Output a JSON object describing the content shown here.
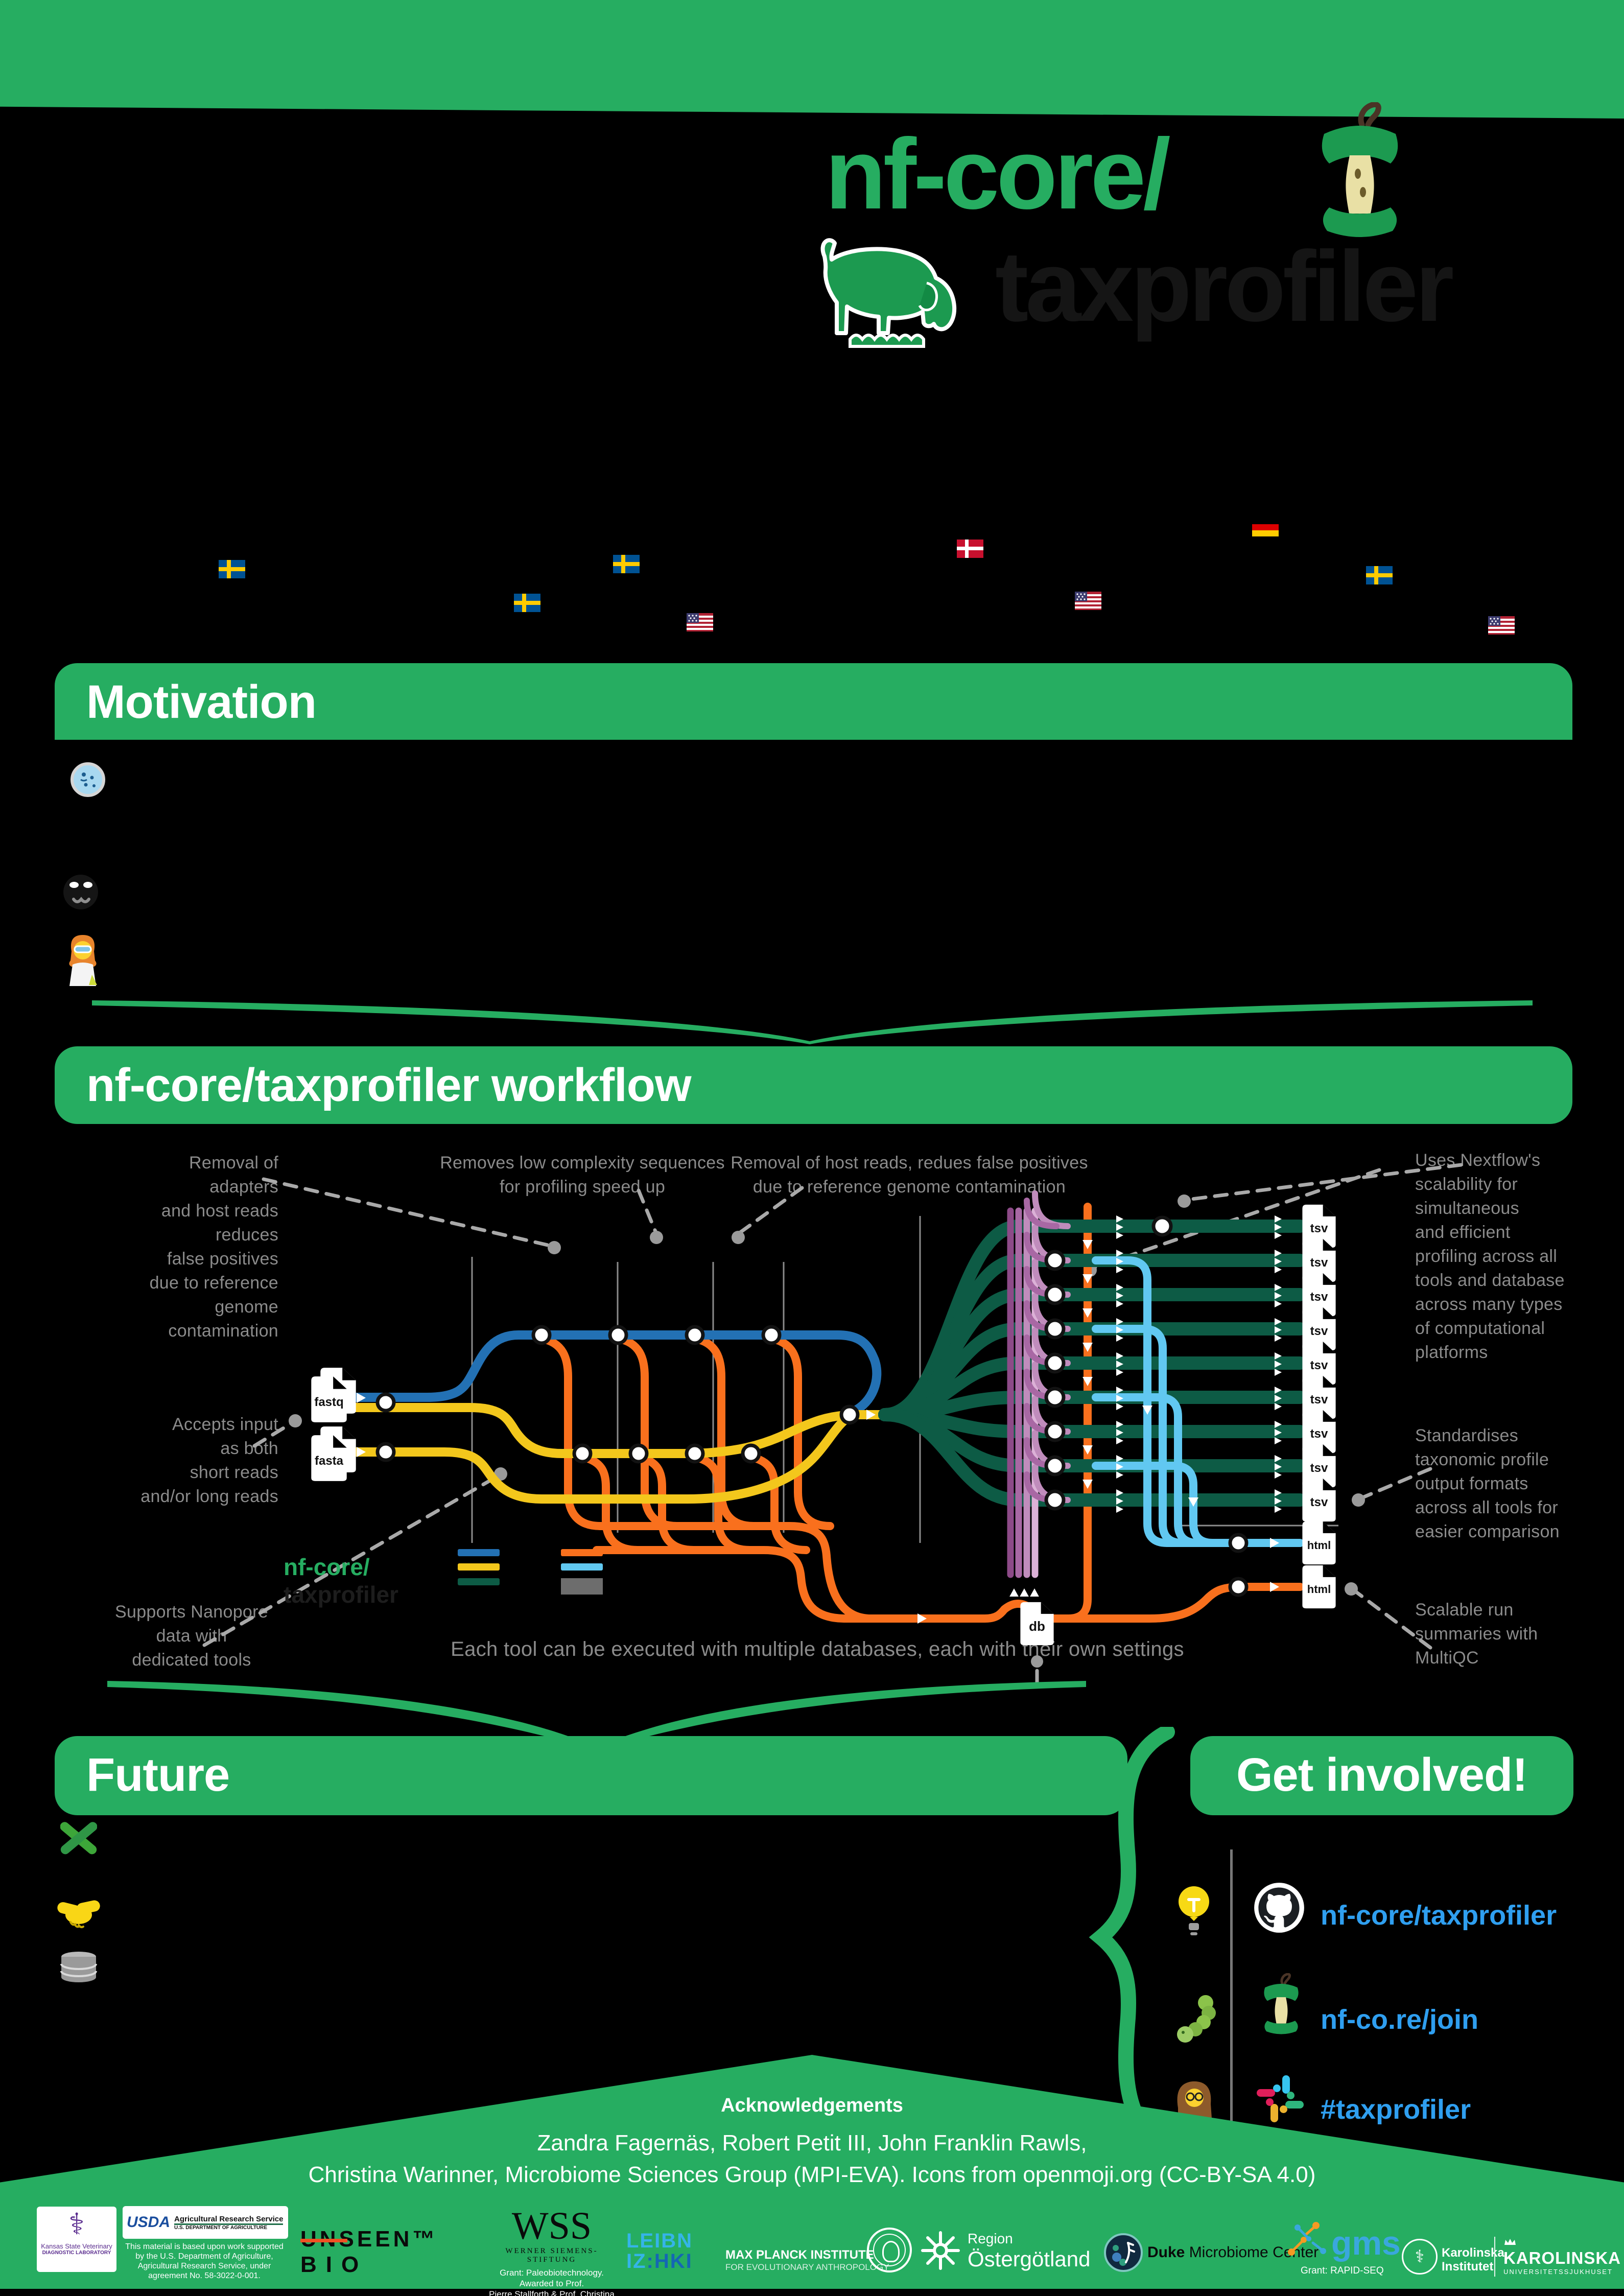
{
  "colors": {
    "accent_green": "#26ad61",
    "row_green": "#0d5b45",
    "blue": "#2371b4",
    "yellow": "#f3c71c",
    "orange": "#f9701d",
    "light_blue": "#61c8f1",
    "purple": "#a868a4",
    "gray_text": "#8b8b8b",
    "link_blue": "#2f9ff0",
    "title_dark": "#151515"
  },
  "logo": {
    "prefix": "nf-core/",
    "name": "taxprofiler"
  },
  "flags": [
    "sweden",
    "sweden",
    "sweden",
    "usa",
    "denmark",
    "usa",
    "germany",
    "sweden",
    "usa"
  ],
  "motivation": {
    "title": "Motivation",
    "icons": [
      "petri-dish",
      "detective",
      "woman-scientist"
    ]
  },
  "workflow": {
    "title": "nf-core/taxprofiler workflow",
    "annotations": {
      "adapters": "Removal of\nadapters\nand host reads\nreduces\nfalse positives\ndue to reference\ngenome\ncontamination",
      "low_complexity": "Removes low complexity sequences\nfor profiling speed up",
      "host_reads": "Removal of host reads, redues false positives\ndue to reference genome contamination",
      "nextflow": "Uses Nextflow's\nscalability for\nsimultaneous\nand efficient\nprofiling across all\ntools and database\nacross many types\nof computational\nplatforms",
      "input": "Accepts input\nas both\nshort reads\nand/or long reads",
      "standardises": "Standardises\ntaxonomic profile\noutput formats\nacross all tools for\neasier comparison",
      "nanopore": "Supports Nanopore\ndata with\ndedicated  tools",
      "multiqc": "Scalable run\nsummaries with\nMultiQC",
      "databases": "Each tool can be executed with multiple databases, each with their own settings"
    },
    "files": {
      "fastq": "fastq",
      "fasta": "fasta",
      "db": "db",
      "tsv": "tsv",
      "html": "html"
    },
    "legend": {
      "logo_prefix": "nf-core/",
      "logo_name": "taxprofiler"
    }
  },
  "future": {
    "title": "Future",
    "icons": [
      "chromosome",
      "handshake",
      "database"
    ]
  },
  "get_involved": {
    "title": "Get involved!",
    "links": [
      {
        "icon": "github",
        "label": "nf-core/taxprofiler"
      },
      {
        "icon": "apple-core",
        "label": "nf-co.re/join"
      },
      {
        "icon": "slack",
        "label": "#taxprofiler"
      }
    ]
  },
  "acknowledgements": {
    "title": "Acknowledgements",
    "line1": "Zandra Fagernäs, Robert Petit III, John Franklin Rawls,",
    "line2": "Christina Warinner, Microbiome Sciences Group (MPI-EVA). Icons from openmoji.org (CC-BY-SA 4.0)"
  },
  "footer": {
    "kansas": {
      "symbol": "⚕",
      "line1": "Kansas State Veterinary",
      "line2": "DIAGNOSTIC LABORATORY"
    },
    "usda": {
      "acronym": "USDA",
      "line1": "Agricultural Research Service",
      "line2": "U.S. DEPARTMENT OF AGRICULTURE",
      "note": "This material is based upon work supported\nby the U.S. Department of Agriculture,\nAgricultural Research Service, under\nagreement No. 58-3022-0-001."
    },
    "unseen": {
      "line1": "UNSEEN™",
      "line2": "BIO"
    },
    "wss": {
      "acronym": "WSS",
      "line1": "WERNER SIEMENS-STIFTUNG",
      "grant": "Grant: Paleobiotechnology. Awarded to Prof.\nPierre Stallforth & Prof. Christina Warinner"
    },
    "leibniz": {
      "line1": "LEIBN",
      "line2a": "IZ",
      "line2b": ":HKI"
    },
    "mpi": {
      "line1": "MAX PLANCK INSTITUTE",
      "line2": "FOR EVOLUTIONARY ANTHROPOLOGY"
    },
    "region": {
      "line1": "Region",
      "line2": "Östergötland"
    },
    "duke": {
      "bold": "Duke",
      "rest": " Microbiome Center"
    },
    "gms": {
      "name": "gms",
      "grant": "Grant: RAPID-SEQ"
    },
    "ki": {
      "line1": "Karolinska",
      "line2": "Institutet"
    },
    "karolinska": {
      "line1": "KAROLINSKA",
      "line2": "UNIVERSITETSSJUKHUSET"
    }
  }
}
